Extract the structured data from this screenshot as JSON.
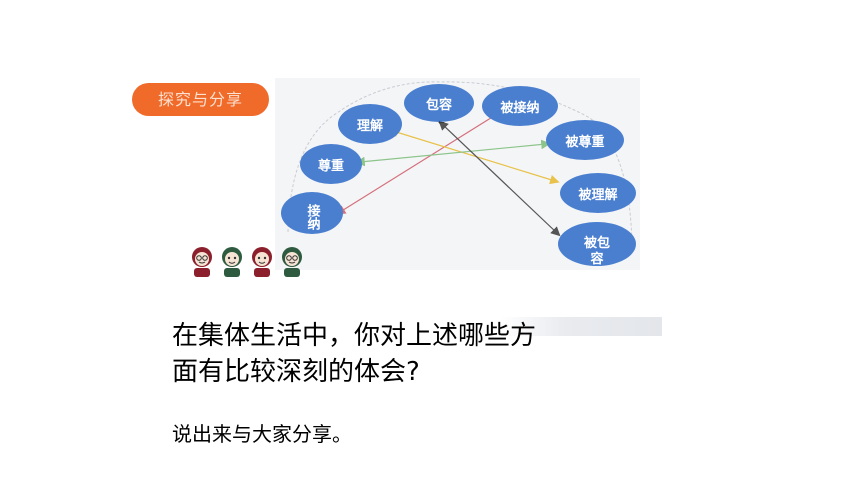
{
  "section_tag": {
    "label": "探究与分享"
  },
  "diagram": {
    "left_bubbles": [
      "包容",
      "理解",
      "尊重",
      "接纳"
    ],
    "right_bubbles": [
      "被接纳",
      "被尊重",
      "被理解",
      "被包容"
    ],
    "small_mark": "←"
  },
  "question": {
    "line1": "在集体生活中，你对上述哪些方",
    "line2": "面有比较深刻的体会?"
  },
  "prompt": "说出来与大家分享。",
  "colors": {
    "tag": "#f06a2a",
    "bubble": "#4a7fd0",
    "arrow_red": "#d4707c",
    "arrow_yellow": "#e8c24a",
    "arrow_green": "#8cc48a",
    "arrow_dark": "#555555"
  }
}
